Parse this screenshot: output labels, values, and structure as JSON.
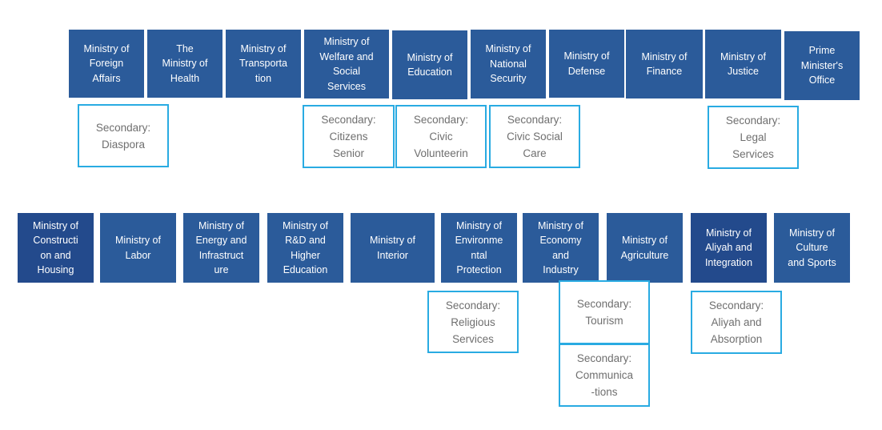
{
  "row1": {
    "ministries": [
      {
        "key": "foreign-affairs",
        "label": "Ministry of\nForeign\nAffairs"
      },
      {
        "key": "health",
        "label": "The\nMinistry of\nHealth"
      },
      {
        "key": "transportation",
        "label": "Ministry of\nTransporta\ntion"
      },
      {
        "key": "welfare",
        "label": "Ministry of\nWelfare and\nSocial\nServices"
      },
      {
        "key": "education",
        "label": "Ministry of\nEducation"
      },
      {
        "key": "national-security",
        "label": "Ministry of\nNational\nSecurity"
      },
      {
        "key": "defense",
        "label": "Ministry of\nDefense"
      },
      {
        "key": "finance",
        "label": "Ministry of\nFinance"
      },
      {
        "key": "justice",
        "label": "Ministry of\nJustice"
      },
      {
        "key": "prime-minister",
        "label": "Prime\nMinister's\nOffice"
      }
    ],
    "secondary": [
      {
        "key": "diaspora",
        "label": "Secondary:\nDiaspora"
      },
      {
        "key": "citizens-senior",
        "label": "Secondary:\nCitizens\nSenior"
      },
      {
        "key": "civic-volunteering",
        "label": "Secondary:\nCivic\nVolunteerin"
      },
      {
        "key": "civic-social-care",
        "label": "Secondary:\nCivic Social\nCare"
      },
      {
        "key": "legal-services",
        "label": "Secondary:\nLegal\nServices"
      }
    ]
  },
  "row2": {
    "ministries": [
      {
        "key": "construction",
        "label": "Ministry of\nConstructi\non and\nHousing"
      },
      {
        "key": "labor",
        "label": "Ministry of\nLabor"
      },
      {
        "key": "energy",
        "label": "Ministry of\nEnergy and\nInfrastruct\nure"
      },
      {
        "key": "rd",
        "label": "Ministry of\nR&D and\nHigher\nEducation"
      },
      {
        "key": "interior",
        "label": "Ministry of\nInterior"
      },
      {
        "key": "environmental",
        "label": "Ministry of\nEnvironme\nntal\nProtection"
      },
      {
        "key": "economy",
        "label": "Ministry of\nEconomy\nand\nIndustry"
      },
      {
        "key": "agriculture",
        "label": "Ministry of\nAgriculture"
      },
      {
        "key": "aliyah",
        "label": "Ministry of\nAliyah and\nIntegration"
      },
      {
        "key": "culture",
        "label": "Ministry of\nCulture\nand Sports"
      }
    ],
    "secondary": [
      {
        "key": "religious-services",
        "label": "Secondary:\nReligious\nServices"
      },
      {
        "key": "tourism",
        "label": "Secondary:\nTourism"
      },
      {
        "key": "communications",
        "label": "Secondary:\nCommunica\n-tions"
      },
      {
        "key": "aliyah-absorption",
        "label": "Secondary:\nAliyah and\nAbsorption"
      }
    ]
  }
}
